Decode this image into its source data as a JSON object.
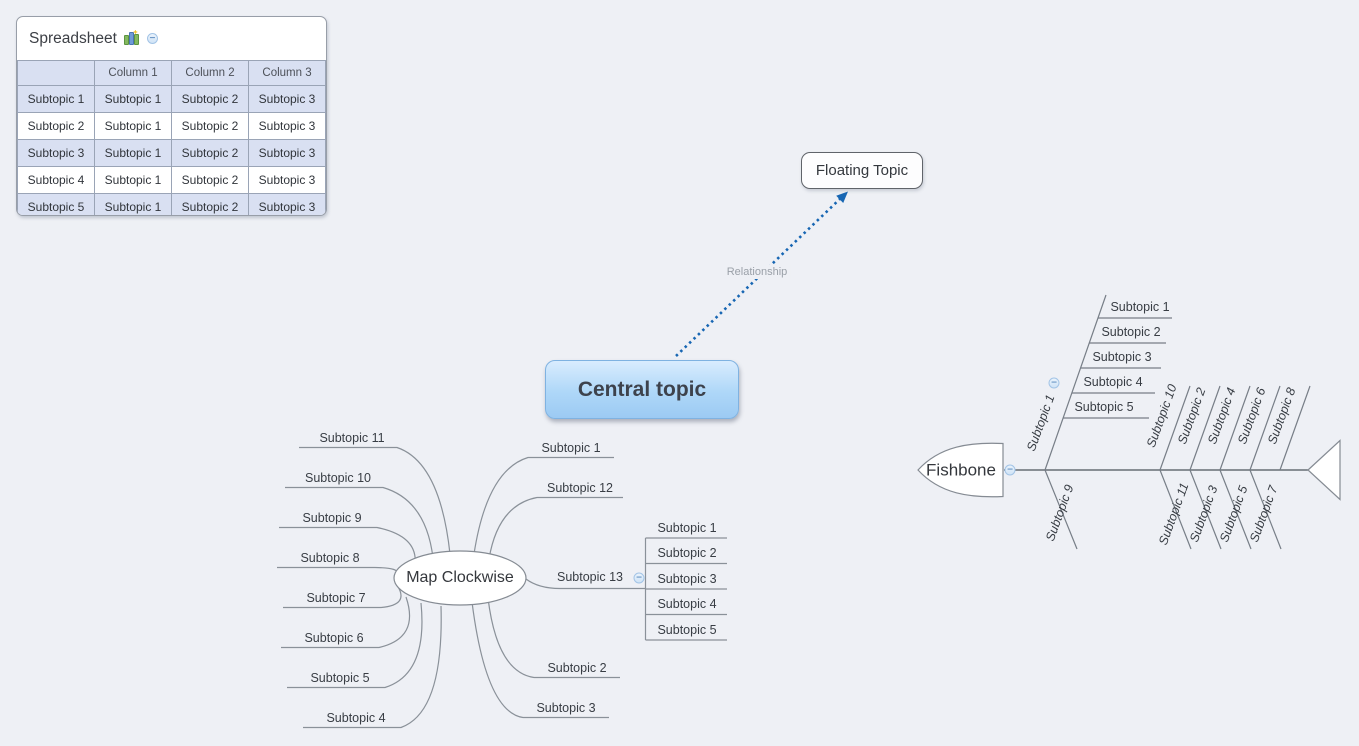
{
  "icons": {
    "collapse_glyph": "−"
  },
  "colors": {
    "relationship": "#1766b3",
    "table_alt_row": "#d9e0f2",
    "central_gradient_top": "#d9ecfe",
    "central_gradient_bottom": "#9ccaf3",
    "canvas_bg": "#eef0f5"
  },
  "spreadsheet": {
    "title": "Spreadsheet",
    "columns": [
      "",
      "Column 1",
      "Column 2",
      "Column 3"
    ],
    "rows": [
      {
        "label": "Subtopic 1",
        "cells": [
          "Subtopic 1",
          "Subtopic 2",
          "Subtopic 3"
        ]
      },
      {
        "label": "Subtopic 2",
        "cells": [
          "Subtopic 1",
          "Subtopic 2",
          "Subtopic 3"
        ]
      },
      {
        "label": "Subtopic 3",
        "cells": [
          "Subtopic 1",
          "Subtopic 2",
          "Subtopic 3"
        ]
      },
      {
        "label": "Subtopic 4",
        "cells": [
          "Subtopic 1",
          "Subtopic 2",
          "Subtopic 3"
        ]
      },
      {
        "label": "Subtopic 5",
        "cells": [
          "Subtopic 1",
          "Subtopic 2",
          "Subtopic 3"
        ]
      }
    ]
  },
  "central_topic": {
    "label": "Central topic"
  },
  "floating_topic": {
    "label": "Floating Topic"
  },
  "relationship": {
    "label": "Relationship"
  },
  "map": {
    "center": "Map Clockwise",
    "left": [
      "Subtopic 11",
      "Subtopic 10",
      "Subtopic 9",
      "Subtopic 8",
      "Subtopic 7",
      "Subtopic 6",
      "Subtopic 5",
      "Subtopic 4"
    ],
    "right_top": [
      "Subtopic 1",
      "Subtopic 12"
    ],
    "branch13": {
      "label": "Subtopic 13",
      "children": [
        "Subtopic 1",
        "Subtopic 2",
        "Subtopic 3",
        "Subtopic 4",
        "Subtopic 5"
      ]
    },
    "right_bottom": [
      "Subtopic 2",
      "Subtopic 3"
    ]
  },
  "fishbone": {
    "head": "Fishbone",
    "main_bone": {
      "label": "Subtopic 1",
      "children": [
        "Subtopic 1",
        "Subtopic 2",
        "Subtopic 3",
        "Subtopic 4",
        "Subtopic 5"
      ]
    },
    "top": [
      "Subtopic 10",
      "Subtopic 2",
      "Subtopic 4",
      "Subtopic 6",
      "Subtopic 8"
    ],
    "bottom": [
      "Subtopic 9",
      "Subtopic 11",
      "Subtopic 3",
      "Subtopic 5",
      "Subtopic 7"
    ]
  }
}
